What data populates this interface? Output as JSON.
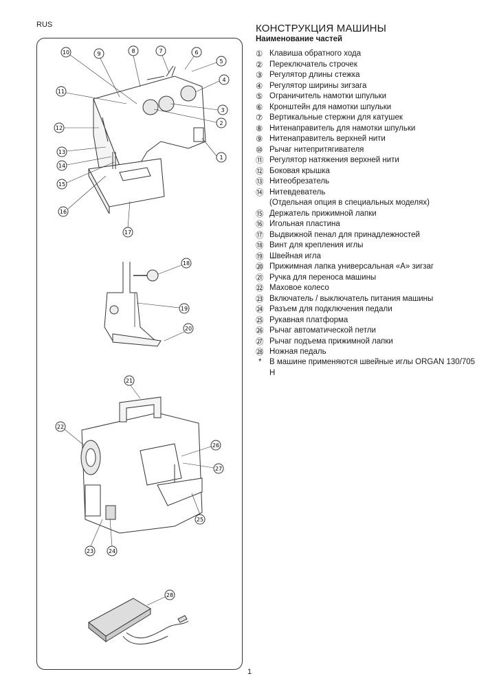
{
  "header": {
    "language": "RUS"
  },
  "section": {
    "title": "КОНСТРУКЦИЯ МАШИНЫ",
    "subtitle": "Наименование частей"
  },
  "parts": [
    {
      "num": "①",
      "label": "Клавиша обратного хода"
    },
    {
      "num": "②",
      "label": "Переключатель строчек"
    },
    {
      "num": "③",
      "label": "Регулятор длины стежка"
    },
    {
      "num": "④",
      "label": "Регулятор ширины зигзага"
    },
    {
      "num": "⑤",
      "label": "Ограничитель намотки шпульки"
    },
    {
      "num": "⑥",
      "label": "Кронштейн для намотки шпульки"
    },
    {
      "num": "⑦",
      "label": "Вертикальные стержни для катушек"
    },
    {
      "num": "⑧",
      "label": "Нитенаправитель для намотки шпульки"
    },
    {
      "num": "⑨",
      "label": "Нитенаправитель верхней нити"
    },
    {
      "num": "⑩",
      "label": "Рычаг нитепритягивателя"
    },
    {
      "num": "⑪",
      "label": "Регулятор натяжения верхней нити"
    },
    {
      "num": "⑫",
      "label": "Боковая крышка"
    },
    {
      "num": "⑬",
      "label": "Нитеобрезатель"
    },
    {
      "num": "⑭",
      "label": "Нитевдеватель",
      "note": "(Отдельная опция в специальных моделях)"
    },
    {
      "num": "⑮",
      "label": "Держатель прижимной лапки"
    },
    {
      "num": "⑯",
      "label": "Игольная пластина"
    },
    {
      "num": "⑰",
      "label": "Выдвижной пенал для принадлежностей"
    },
    {
      "num": "⑱",
      "label": "Винт для крепления иглы"
    },
    {
      "num": "⑲",
      "label": "Швейная игла"
    },
    {
      "num": "⑳",
      "label": "Прижимная лапка универсальная «А» зигзаг"
    },
    {
      "num": "㉑",
      "label": "Ручка для переноса машины"
    },
    {
      "num": "㉒",
      "label": "Маховое колесо"
    },
    {
      "num": "㉓",
      "label": "Включатель / выключатель питания машины"
    },
    {
      "num": "㉔",
      "label": "Разъем для подключения педали"
    },
    {
      "num": "㉕",
      "label": "Рукавная платформа"
    },
    {
      "num": "㉖",
      "label": "Рычаг автоматической петли"
    },
    {
      "num": "㉗",
      "label": "Рычаг подъема прижимной лапки"
    },
    {
      "num": "㉘",
      "label": "Ножная педаль"
    }
  ],
  "footnote": {
    "mark": "*",
    "text": "В машине применяются швейные иглы ORGAN 130/705 H"
  },
  "callouts": [
    "1",
    "2",
    "3",
    "4",
    "5",
    "6",
    "7",
    "8",
    "9",
    "10",
    "11",
    "12",
    "13",
    "14",
    "15",
    "16",
    "17",
    "18",
    "19",
    "20",
    "21",
    "22",
    "23",
    "24",
    "25",
    "26",
    "27",
    "28"
  ],
  "page": {
    "number": "1"
  }
}
